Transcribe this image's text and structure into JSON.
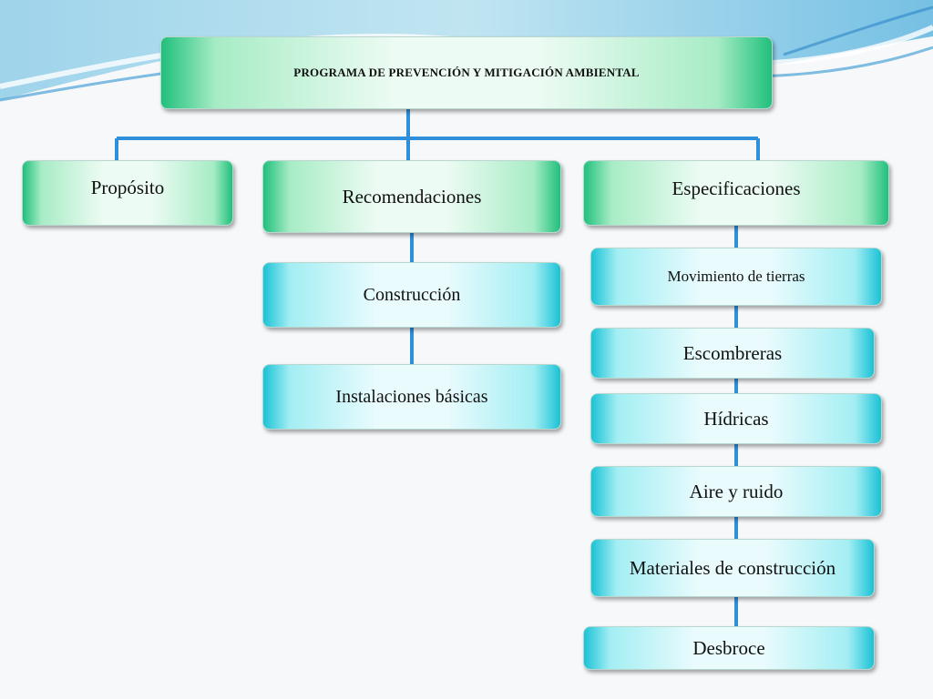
{
  "title": "PROGRAMA DE PREVENCIÓN Y MITIGACIÓN AMBIENTAL",
  "level1": {
    "proposito": "Propósito",
    "recomendaciones": "Recomendaciones",
    "especificaciones": "Especificaciones"
  },
  "recomendaciones_items": [
    "Construcción",
    "Instalaciones básicas"
  ],
  "especificaciones_items": [
    "Movimiento de tierras",
    "Escombreras",
    "Hídricas",
    "Aire y ruido",
    "Materiales de construcción",
    "Desbroce"
  ],
  "colors": {
    "connector": "#2f8fd8",
    "green_edge": "#20c07c",
    "cyan_edge": "#1bc2d6",
    "background": "#f7f8fa"
  }
}
